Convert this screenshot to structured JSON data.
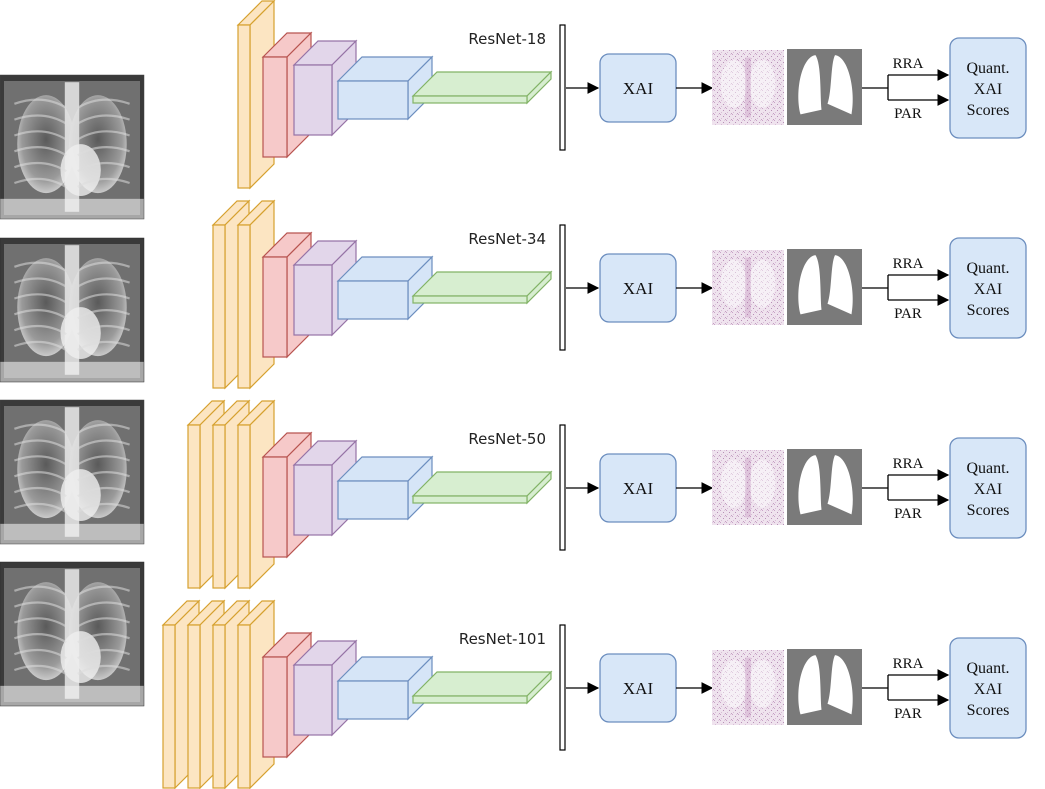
{
  "colors": {
    "conv_fill": "#fce5c2",
    "conv_stroke": "#d6a12f",
    "red_fill": "#f6c9c9",
    "red_stroke": "#b85450",
    "purple_fill": "#e2d6ea",
    "purple_stroke": "#9673a6",
    "blue_fill": "#d6e5f7",
    "blue_stroke": "#6c8ebf",
    "green_fill": "#d7eed0",
    "green_stroke": "#82b366",
    "xai_fill": "#d8e7f8",
    "xai_stroke": "#6c8ebf",
    "mask_bg": "#7a7a7a"
  },
  "icons": {
    "xray": "chest-xray-image",
    "heatmap": "saliency-heatmap-image",
    "mask": "lung-segmentation-mask-image",
    "bar": "vertical-bar",
    "arrow": "arrow-right"
  },
  "rows": [
    {
      "network": "ResNet-18",
      "conv_stacks": 1,
      "xai_label": "XAI",
      "rra_label": "RRA",
      "par_label": "PAR",
      "scores_label": [
        "Quant.",
        "XAI",
        "Scores"
      ]
    },
    {
      "network": "ResNet-34",
      "conv_stacks": 2,
      "xai_label": "XAI",
      "rra_label": "RRA",
      "par_label": "PAR",
      "scores_label": [
        "Quant.",
        "XAI",
        "Scores"
      ]
    },
    {
      "network": "ResNet-50",
      "conv_stacks": 3,
      "xai_label": "XAI",
      "rra_label": "RRA",
      "par_label": "PAR",
      "scores_label": [
        "Quant.",
        "XAI",
        "Scores"
      ]
    },
    {
      "network": "ResNet-101",
      "conv_stacks": 4,
      "xai_label": "XAI",
      "rra_label": "RRA",
      "par_label": "PAR",
      "scores_label": [
        "Quant.",
        "XAI",
        "Scores"
      ]
    }
  ]
}
